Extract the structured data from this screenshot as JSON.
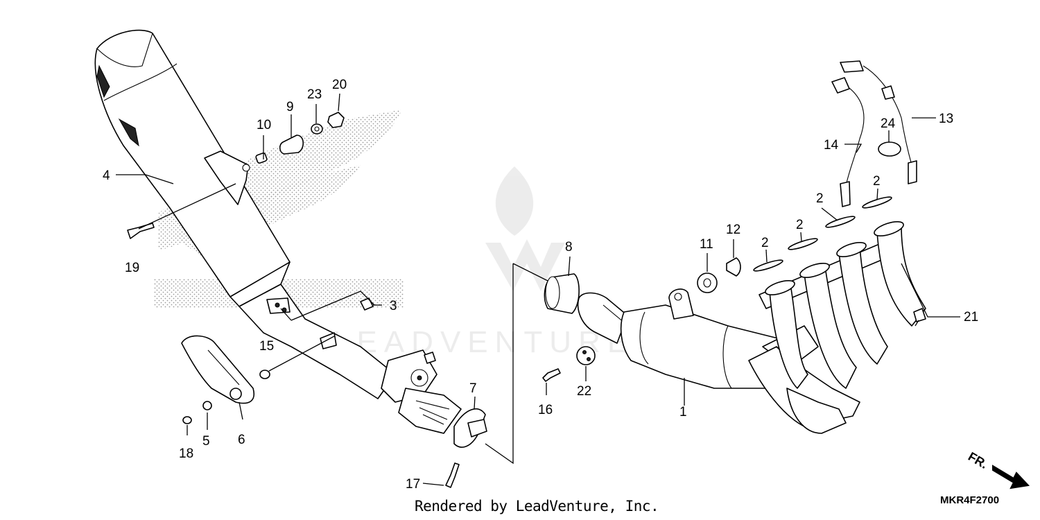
{
  "diagram": {
    "code": "MKR4F2700",
    "footer": "Rendered by LeadVenture, Inc.",
    "watermark": "LEADVENTURE",
    "direction_marker": "FR.",
    "callouts": {
      "p1": "1",
      "p2a": "2",
      "p2b": "2",
      "p2c": "2",
      "p2d": "2",
      "p3": "3",
      "p4": "4",
      "p5": "5",
      "p6": "6",
      "p7": "7",
      "p8": "8",
      "p9": "9",
      "p10": "10",
      "p11": "11",
      "p12": "12",
      "p13": "13",
      "p14": "14",
      "p15": "15",
      "p16": "16",
      "p17": "17",
      "p18": "18",
      "p19": "19",
      "p20": "20",
      "p21": "21",
      "p22": "22",
      "p23": "23",
      "p24": "24"
    }
  }
}
